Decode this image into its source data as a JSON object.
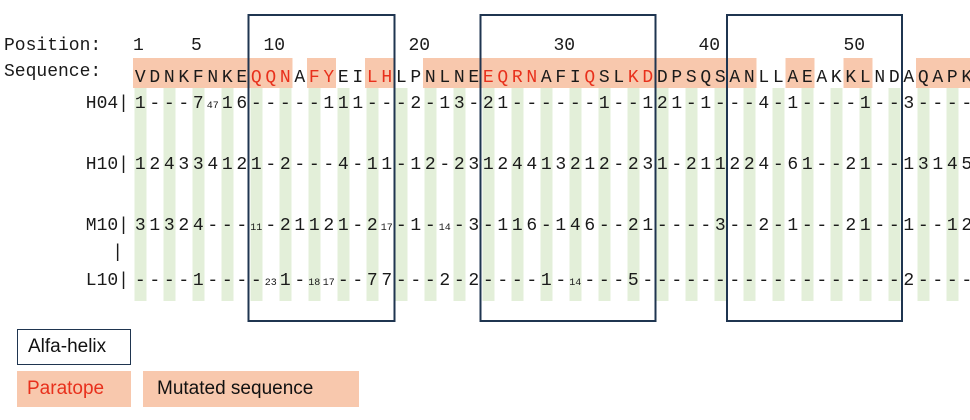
{
  "position_label": "Position:",
  "sequence_label": "Sequence:",
  "position_ticks": [
    {
      "text": "1",
      "col": 0
    },
    {
      "text": "5",
      "col": 4
    },
    {
      "text": "10",
      "col": 9
    },
    {
      "text": "20",
      "col": 19
    },
    {
      "text": "30",
      "col": 29
    },
    {
      "text": "40",
      "col": 39
    },
    {
      "text": "50",
      "col": 49
    }
  ],
  "sequence": "VDNKFNKEQQNAFYEILHLPNLNEEQRNAFIQSLKDDPSQSANLLAEAKKLNDAQAPK",
  "paratope_positions": [
    9,
    10,
    11,
    13,
    14,
    17,
    18,
    25,
    26,
    27,
    28,
    32,
    35,
    36
  ],
  "mutated_ranges": [
    [
      1,
      11
    ],
    [
      13,
      14
    ],
    [
      17,
      18
    ],
    [
      21,
      34
    ],
    [
      35,
      41
    ],
    [
      42,
      43
    ],
    [
      46,
      47
    ],
    [
      50,
      51
    ],
    [
      55,
      58
    ]
  ],
  "helix_regions": [
    [
      9,
      18
    ],
    [
      25,
      36
    ],
    [
      42,
      53
    ]
  ],
  "contact_positions": [
    1,
    3,
    5,
    7,
    9,
    11,
    13,
    15,
    17,
    19,
    21,
    23,
    25,
    27,
    29,
    31,
    33,
    35,
    37,
    39,
    41,
    43,
    45,
    47,
    49,
    51,
    53,
    55,
    57
  ],
  "rows": [
    {
      "label": "H04|",
      "cells": [
        "1",
        "-",
        "-",
        "-",
        "7",
        {
          "s": "47"
        },
        "1",
        "6",
        "-",
        "-",
        "-",
        "-",
        "-",
        "1",
        "1",
        "1",
        "-",
        "-",
        "-",
        "2",
        "-",
        "1",
        "3",
        "-",
        "2",
        "1",
        "-",
        "-",
        "-",
        "-",
        "-",
        "-",
        "1",
        "-",
        "-",
        "1",
        "2",
        "1",
        "-",
        "1",
        "-",
        "-",
        "-",
        "4",
        "-",
        "1",
        "-",
        "-",
        "-",
        "-",
        "1",
        "-",
        "-",
        "3",
        "-",
        "-",
        "-",
        "-"
      ]
    },
    {
      "label": "H10|",
      "cells": [
        "1",
        "2",
        "4",
        "3",
        "3",
        "4",
        "1",
        "2",
        "1",
        "-",
        "2",
        "-",
        "-",
        "-",
        "4",
        "-",
        "1",
        "1",
        "-",
        "1",
        "2",
        "-",
        "2",
        "3",
        "1",
        "2",
        "4",
        "4",
        "1",
        "3",
        "2",
        "1",
        "2",
        "-",
        "2",
        "3",
        "1",
        "-",
        "2",
        "1",
        "1",
        "2",
        "2",
        "4",
        "-",
        "6",
        "1",
        "-",
        "-",
        "2",
        "1",
        "-",
        "-",
        "1",
        "3",
        "1",
        "4",
        "5"
      ]
    },
    {
      "label": "M10|",
      "cells": [
        "3",
        "1",
        "3",
        "2",
        "4",
        "-",
        "-",
        "-",
        {
          "s": "11"
        },
        "-",
        "2",
        "1",
        "1",
        "2",
        "1",
        "-",
        "2",
        {
          "s": "17"
        },
        "-",
        "1",
        "-",
        {
          "s": "14"
        },
        "-",
        "3",
        "-",
        "1",
        "1",
        "6",
        "-",
        "1",
        "4",
        "6",
        "-",
        "-",
        "2",
        "1",
        "-",
        "-",
        "-",
        "-",
        "3",
        "-",
        "-",
        "2",
        "-",
        "1",
        "-",
        "-",
        "-",
        "2",
        "1",
        "-",
        "-",
        "1",
        "-",
        "-",
        "1",
        "2"
      ]
    },
    {
      "label": "L10|",
      "cells": [
        "-",
        "-",
        "-",
        "-",
        "1",
        "-",
        "-",
        "-",
        "-",
        {
          "s": "23"
        },
        "1",
        "-",
        {
          "s": "18"
        },
        {
          "s": "17"
        },
        "-",
        "-",
        "7",
        "7",
        "-",
        "-",
        "-",
        "2",
        "-",
        "2",
        "-",
        "-",
        "-",
        "-",
        "1",
        "-",
        {
          "s": "14"
        },
        "-",
        "-",
        "-",
        "5",
        "-",
        "-",
        "-",
        "-",
        "-",
        "-",
        "-",
        "-",
        "-",
        "-",
        "-",
        "-",
        "-",
        "-",
        "-",
        "-",
        "-",
        "-",
        "2",
        "-",
        "-",
        "-",
        "-"
      ]
    }
  ],
  "legend": {
    "helix": "Alfa-helix",
    "paratope": "Paratope",
    "mutated": "Mutated sequence"
  },
  "colors": {
    "paratope_text": "#e8301c",
    "mutated_bg": "#f8c8ad",
    "contact_bar": "#e3efd9",
    "helix_border": "#1f3550",
    "text": "#1a1a1a"
  }
}
